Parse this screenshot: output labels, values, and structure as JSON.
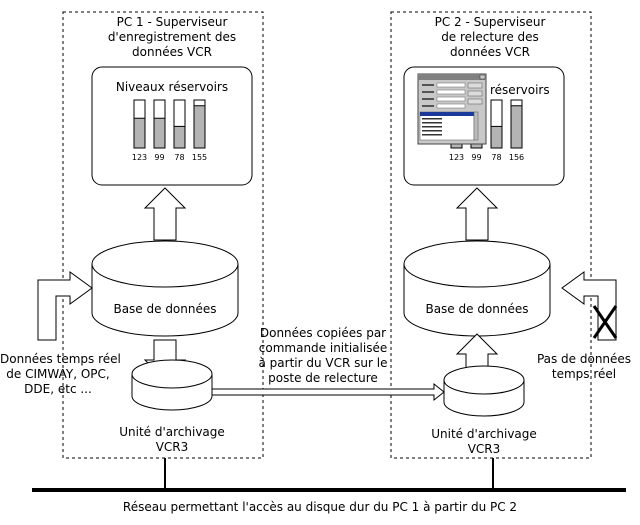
{
  "pc1": {
    "title_lines": [
      "PC 1 - Superviseur",
      "d'enregistrement des",
      "données VCR"
    ],
    "panel_title": "Niveaux réservoirs",
    "levels": [
      {
        "label": "123",
        "fill": 0.62
      },
      {
        "label": "99",
        "fill": 0.62
      },
      {
        "label": "78",
        "fill": 0.45
      },
      {
        "label": "155",
        "fill": 0.88
      }
    ],
    "database": "Base de données",
    "archive_lines": [
      "Unité d'archivage",
      "VCR3"
    ]
  },
  "pc2": {
    "title_lines": [
      "PC 2 - Superviseur",
      "de relecture des",
      "données VCR"
    ],
    "panel_title": "réservoirs",
    "levels": [
      {
        "label": "123",
        "fill": 0.62
      },
      {
        "label": "99",
        "fill": 0.62
      },
      {
        "label": "78",
        "fill": 0.45
      },
      {
        "label": "156",
        "fill": 0.88
      }
    ],
    "database": "Base de données",
    "archive_lines": [
      "Unité d'archivage",
      "VCR3"
    ]
  },
  "left_input_lines": [
    "Données temps réel",
    "de CIMWAY, OPC,",
    "DDE, etc ..."
  ],
  "right_input_lines": [
    "Pas de données",
    "temps réel"
  ],
  "copy_note_lines": [
    "Données copiées par",
    "commande initialisée",
    "à partir du VCR sur le",
    "poste de relecture"
  ],
  "network_label": "Réseau permettant l'accès au disque dur du PC 1 à partir du PC 2"
}
